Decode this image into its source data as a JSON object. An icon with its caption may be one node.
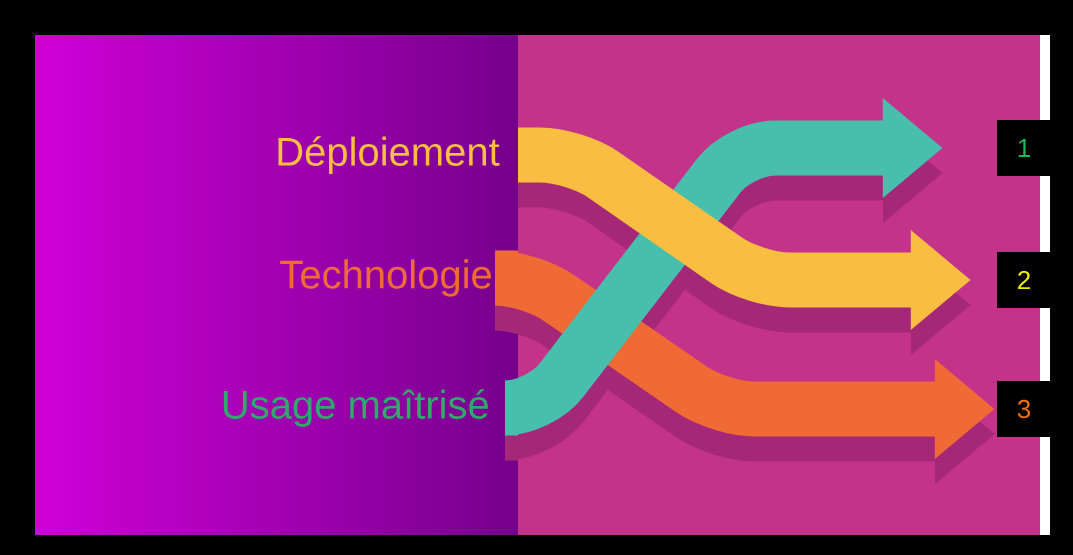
{
  "diagram": {
    "nodes": [
      {
        "text": [
          "Déploiement"
        ]
      },
      {
        "text": [
          "Technologie"
        ]
      },
      {
        "text": [
          "Usage maîtrisé"
        ]
      },
      {
        "text": [
          "1"
        ]
      },
      {
        "text": [
          "2"
        ]
      },
      {
        "text": [
          "3"
        ]
      }
    ],
    "edges": [
      {
        "from": 1,
        "to": 5,
        "arrow": "to",
        "color": "#f06a35"
      },
      {
        "from": 2,
        "to": 3,
        "arrow": "to",
        "color": "#48bfac"
      },
      {
        "from": 0,
        "to": 4,
        "arrow": "to",
        "color": "#f8bd41"
      }
    ]
  }
}
